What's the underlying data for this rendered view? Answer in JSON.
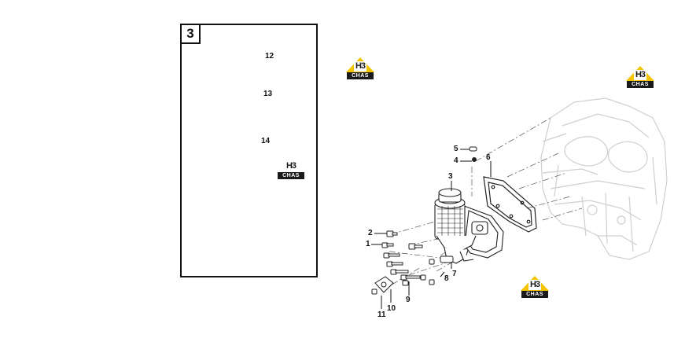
{
  "inset": {
    "number": "3",
    "callouts": [
      "12",
      "13",
      "14"
    ]
  },
  "main_callouts": [
    "1",
    "2",
    "3",
    "4",
    "5",
    "6",
    "7",
    "8",
    "9",
    "10",
    "11"
  ],
  "watermark": {
    "mark": "H3",
    "text": "CHAS",
    "color_yellow": "#f5c400",
    "color_dark": "#1a1a1a"
  }
}
